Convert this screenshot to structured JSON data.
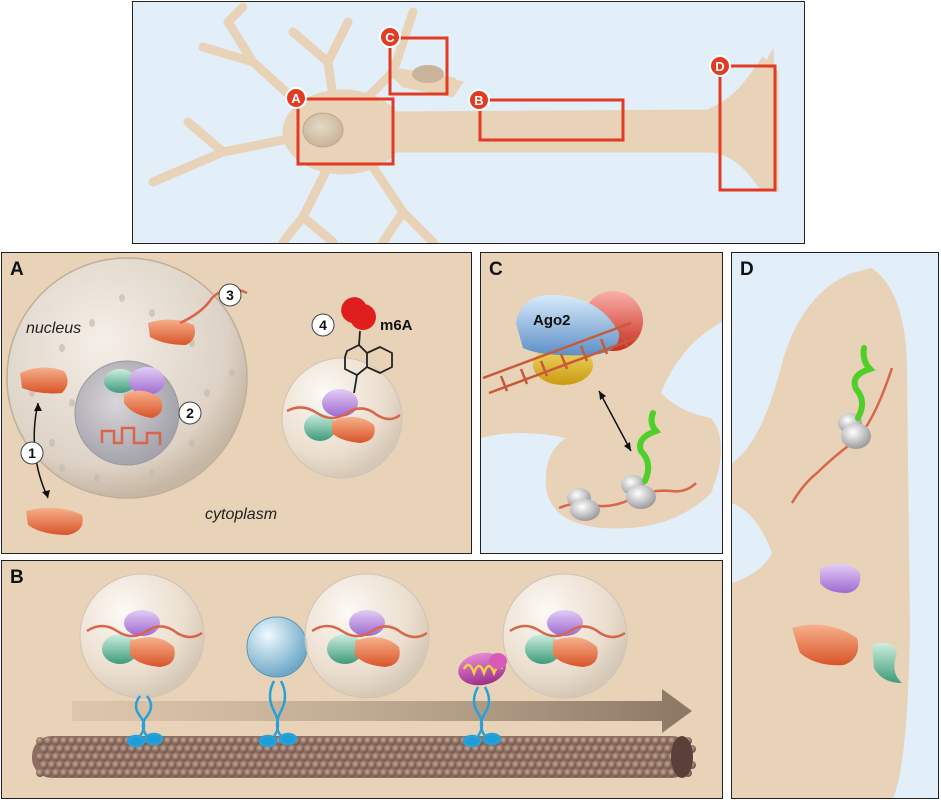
{
  "top": {
    "markers": [
      "A",
      "B",
      "C",
      "D"
    ]
  },
  "panelA": {
    "label": "A",
    "nucleus": "nucleus",
    "cytoplasm": "cytoplasm",
    "steps": [
      "1",
      "2",
      "3",
      "4"
    ],
    "m6a": "m6A"
  },
  "panelB": {
    "label": "B"
  },
  "panelC": {
    "label": "C",
    "ago2": "Ago2"
  },
  "panelD": {
    "label": "D"
  },
  "colors": {
    "cytoplasm_tan": "#e8d3b8",
    "background_blue": "#e2eef8",
    "box_red": "#e23b23",
    "rna": "#d9654a",
    "protein_orange": "#e8713f",
    "protein_purple": "#b888e0",
    "protein_green": "#6fc0a0"
  }
}
